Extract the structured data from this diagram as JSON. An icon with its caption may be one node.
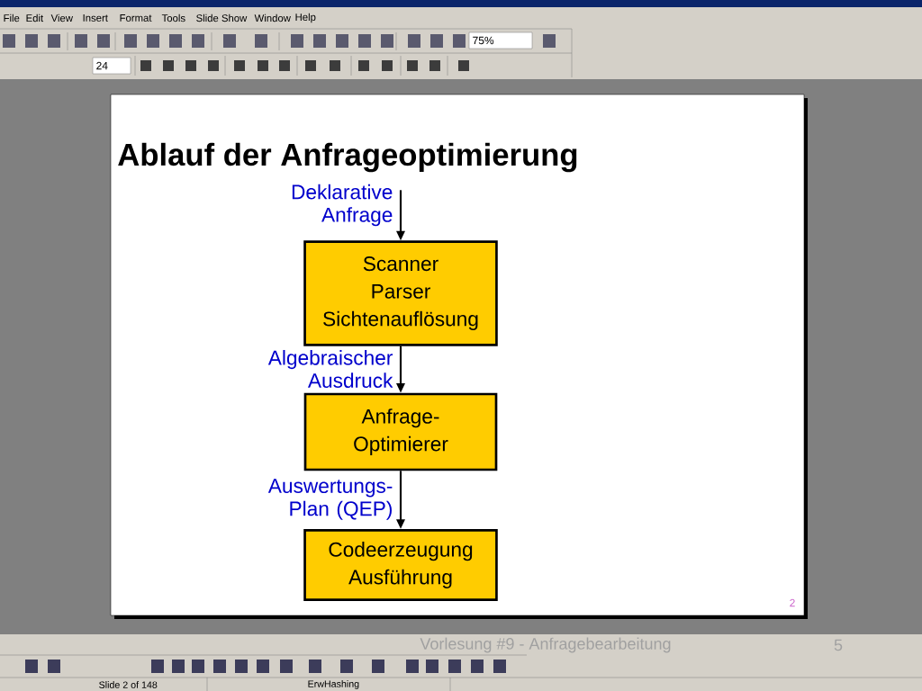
{
  "diagram": {
    "title": "Ablauf der Anfrageoptimierung",
    "nodes": [
      {
        "text": [
          "Scanner",
          "Parser",
          "Sichtenauflösung"
        ]
      },
      {
        "text": [
          "Anfrage- Optimierer"
        ]
      },
      {
        "text": [
          "Codeerzeugung",
          "Ausführung"
        ]
      }
    ],
    "edges": [
      {
        "from": null,
        "to": 0,
        "arrow": "to",
        "label": "Deklarative Anfrage"
      },
      {
        "from": 0,
        "to": 1,
        "arrow": "to",
        "label": "Algebraischer Ausdruck"
      },
      {
        "from": 1,
        "to": 2,
        "arrow": "to",
        "label": "Auswertungs- Plan (QEP)"
      }
    ],
    "labels": [
      "File",
      "Edit",
      "View",
      "Insert",
      "Format",
      "Tools",
      "Slide Show",
      "Window",
      "Help",
      "75%",
      "24",
      "2",
      "Vorlesung #9 - Anfragebearbeitung",
      "5",
      "Slide 2 of 148",
      "ErwHashing"
    ]
  }
}
